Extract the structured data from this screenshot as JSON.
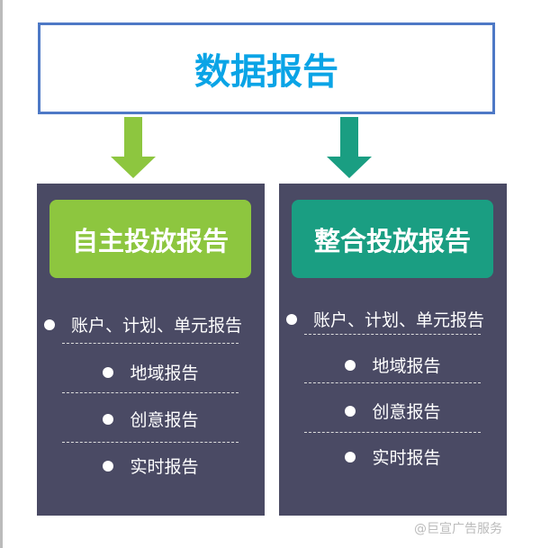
{
  "title": "数据报告",
  "colors": {
    "title": "#0aa4e6",
    "green": "#8dc63f",
    "teal": "#1a9e82",
    "panel": "#4a4a64"
  },
  "left": {
    "header": "自主投放报告",
    "items": [
      "账户、计划、单元报告",
      "地域报告",
      "创意报告",
      "实时报告"
    ]
  },
  "right": {
    "header": "整合投放报告",
    "items": [
      "账户、计划、单元报告",
      "地域报告",
      "创意报告",
      "实时报告"
    ]
  },
  "watermark": "@巨宣广告服务"
}
